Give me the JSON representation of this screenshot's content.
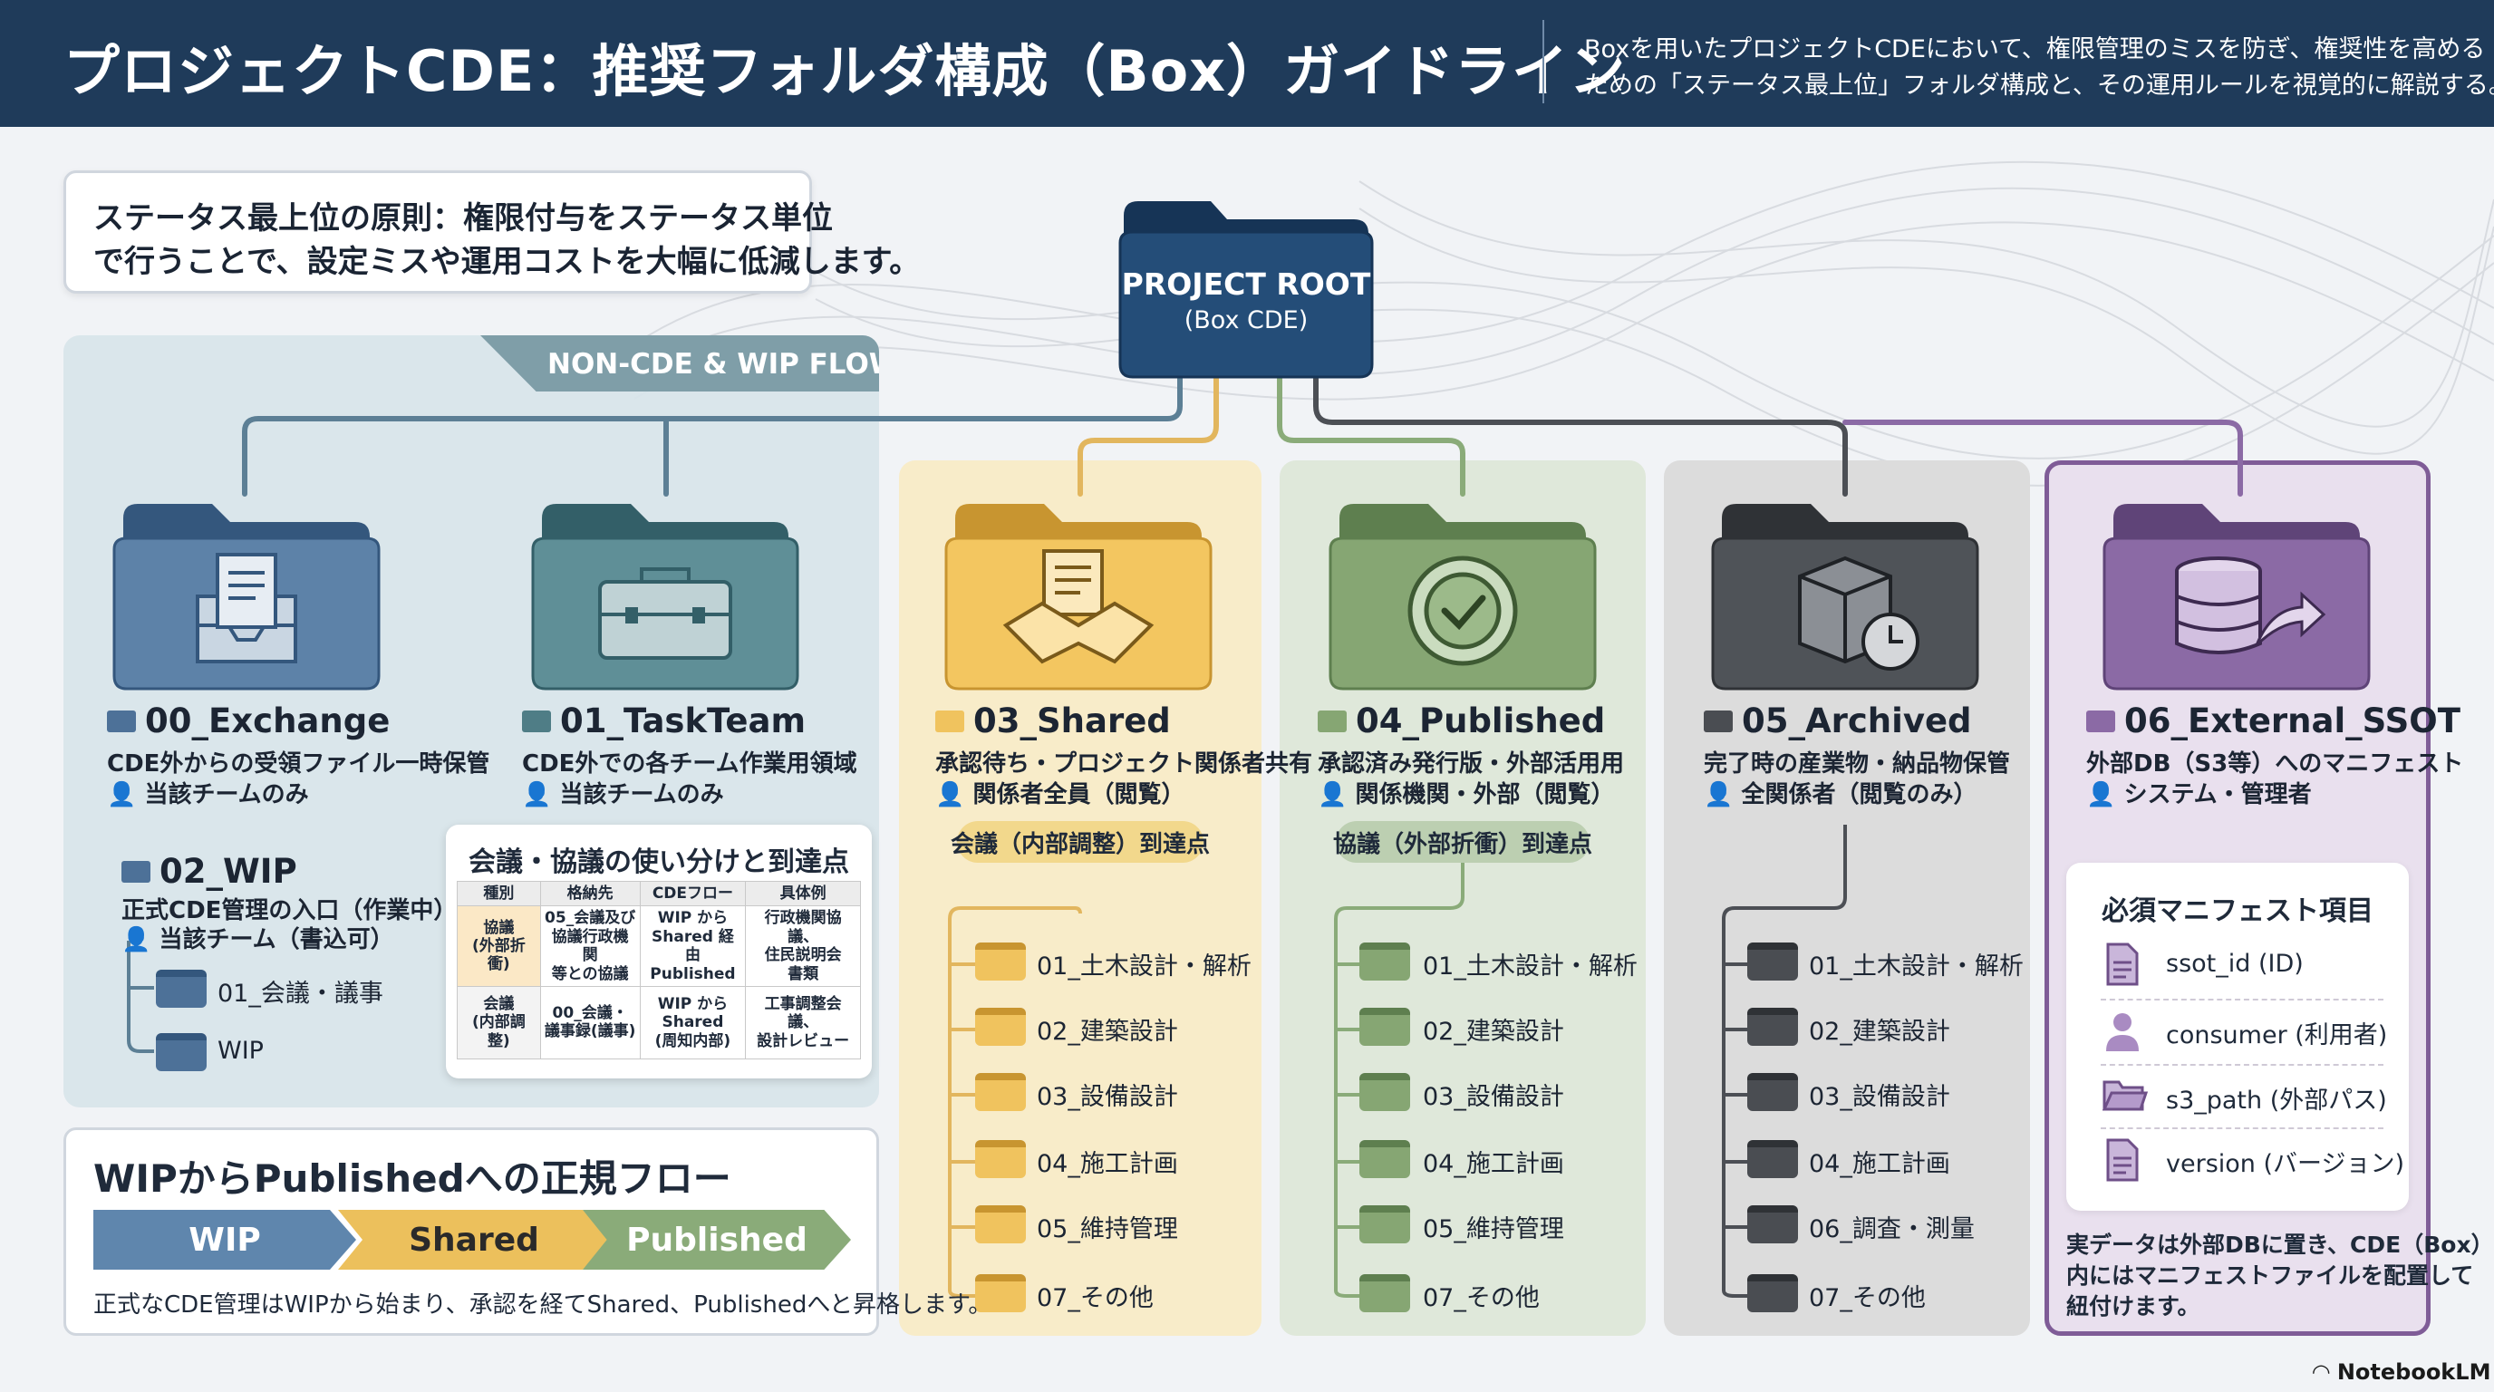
{
  "header": {
    "title": "プロジェクトCDE：推奨フォルダ構成（Box）ガイドライン",
    "description_line1": "Boxを用いたプロジェクトCDEにおいて、権限管理のミスを防ぎ、権奨性を高める",
    "description_line2": "ための「ステータス最上位」フォルダ構成と、その運用ルールを視覚的に解説する。"
  },
  "principle": {
    "line1": "ステータス最上位の原則：権限付与をステータス単位",
    "line2": "で行うことで、設定ミスや運用コストを大幅に低減します。"
  },
  "root": {
    "line1": "PROJECT ROOT",
    "line2": "(Box CDE)"
  },
  "left_panel": {
    "tab": "NON-CDE & WIP FLOW"
  },
  "folders": {
    "exchange": {
      "name": "00_Exchange",
      "desc": "CDE外からの受領ファイル一時保管",
      "access": "当該チームのみ"
    },
    "taskteam": {
      "name": "01_TaskTeam",
      "desc": "CDE外での各チーム作業用領域",
      "access": "当該チームのみ"
    },
    "wip": {
      "name": "02_WIP",
      "desc": "正式CDE管理の入口（作業中）",
      "access": "当該チーム（書込可）",
      "children": [
        "01_会議・議事",
        "WIP"
      ]
    },
    "shared": {
      "name": "03_Shared",
      "desc": "承認待ち・プロジェクト関係者共有",
      "access": "関係者全員（閲覧）",
      "badge": "会議（内部調整）到達点",
      "children": [
        "01_土木設計・解析",
        "02_建築設計",
        "03_設備設計",
        "04_施工計画",
        "05_維持管理",
        "07_その他"
      ]
    },
    "published": {
      "name": "04_Published",
      "desc": "承認済み発行版・外部活用用",
      "access": "関係機関・外部（閲覧）",
      "badge": "協議（外部折衝）到達点",
      "children": [
        "01_土木設計・解析",
        "02_建築設計",
        "03_設備設計",
        "04_施工計画",
        "05_維持管理",
        "07_その他"
      ]
    },
    "archived": {
      "name": "05_Archived",
      "desc": "完了時の産業物・納品物保管",
      "access": "全関係者（閲覧のみ）",
      "children": [
        "01_土木設計・解析",
        "02_建築設計",
        "03_設備設計",
        "04_施工計画",
        "06_調査・測量",
        "07_その他"
      ]
    },
    "external": {
      "name": "06_External_SSOT",
      "desc": "外部DB（S3等）へのマニフェスト",
      "access": "システム・管理者"
    }
  },
  "meeting_table": {
    "title": "会議・協議の使い分けと到達点",
    "headers": [
      "種別",
      "格納先",
      "CDEフロー",
      "具体例"
    ],
    "rows": [
      [
        "協議\n(外部折衝)",
        "05_会議及び\n協議行政機関\n等との協議",
        "WIP から\nShared 経由\nPublished",
        "行政機関協議、\n住民説明会\n書類"
      ],
      [
        "会議\n(内部調整)",
        "00_会議・\n議事録(議事)",
        "WIP から\nShared\n(周知内部)",
        "工事調整会議、\n設計レビュー"
      ]
    ]
  },
  "manifest": {
    "title": "必須マニフェスト項目",
    "items": [
      "ssot_id (ID)",
      "consumer (利用者)",
      "s3_path (外部パス)",
      "version (バージョン)"
    ],
    "note_line1": "実データは外部DBに置き、CDE（Box）",
    "note_line2": "内にはマニフェストファイルを配置して",
    "note_line3": "紐付けます。"
  },
  "flow": {
    "title": "WIPからPublishedへの正規フロー",
    "steps": [
      "WIP",
      "Shared",
      "Published"
    ],
    "note": "正式なCDE管理はWIPから始まり、承認を経てShared、Publishedへと昇格します。"
  },
  "branding": {
    "label": "NotebookLM"
  },
  "colors": {
    "header": "#1f3b5a",
    "exchange": "#4d7198",
    "taskteam": "#4f7d86",
    "shared": "#f0c35e",
    "published": "#86a673",
    "archived": "#4a4d52",
    "external": "#8b6aa5"
  }
}
